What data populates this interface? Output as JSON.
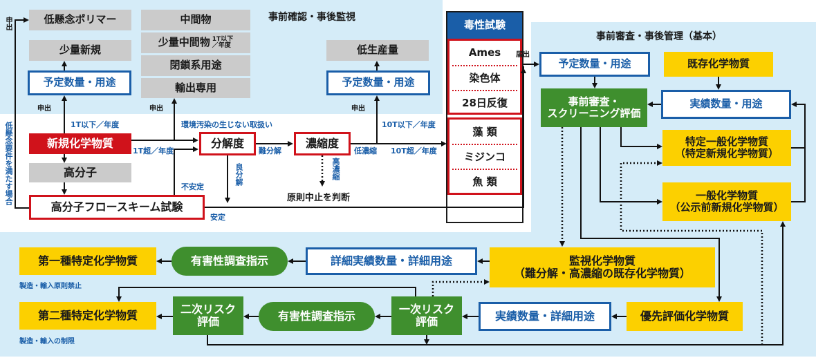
{
  "sections": {
    "pre_check": "事前確認・事後監視",
    "pre_review": "事前審査・事後管理（基本）"
  },
  "top_left": {
    "low_concern_polymer": "低懸念ポリマー",
    "small_new": "少量新規",
    "planned_qty_use_1": "予定数量・用途",
    "intermediate": "中間物",
    "small_intermediate": "少量中間物",
    "small_intermediate_note_1": "1T以下",
    "small_intermediate_note_2": "／年度",
    "closed_use": "閉鎖系用途",
    "export_only": "輸出専用",
    "low_production": "低生産量",
    "planned_qty_use_2": "予定数量・用途"
  },
  "flow": {
    "new_chemical": "新規化学物質",
    "polymer": "高分子",
    "polymer_flow_test": "高分子フロースキーム試験",
    "degradability": "分解度",
    "concentration": "濃縮度",
    "stop_decision": "原則中止を判断"
  },
  "labels": {
    "apply_1": "申出",
    "apply_2": "申出",
    "apply_3": "申出",
    "apply_4": "申出",
    "notify": "届出",
    "under_1t": "1T以下／年度",
    "over_1t": "1T超／年度",
    "no_env_pollution": "環境汚染の生じない取扱い",
    "hard_degrade": "難分解",
    "good_degrade": "良分解",
    "low_conc": "低濃縮",
    "high_conc": "高濃縮",
    "under_10t": "10T以下／年度",
    "over_10t": "10T超／年度",
    "unstable": "不安定",
    "stable": "安定",
    "low_concern_req": "低懸念要件を満たす場合",
    "prohibit": "製造・輸入原則禁止",
    "restrict": "製造・輸入の制限"
  },
  "toxicity": {
    "header": "毒性試験",
    "tests_a": [
      "Ames",
      "染色体",
      "28日反復"
    ],
    "tests_b": [
      "藻 類",
      "ミジンコ",
      "魚 類"
    ]
  },
  "right": {
    "planned_qty_use": "予定数量・用途",
    "existing_chem": "既存化学物質",
    "screening_1": "事前審査・",
    "screening_2": "スクリーニング評価",
    "actual_qty_use": "実績数量・用途",
    "specific_general_1": "特定一般化学物質",
    "specific_general_2": "（特定新規化学物質）",
    "general_1": "一般化学物質",
    "general_2": "（公示前新規化学物質）"
  },
  "bottom": {
    "class1": "第一種特定化学物質",
    "hazard_inv_1": "有害性調査指示",
    "detailed_qty": "詳細実績数量・詳細用途",
    "monitored_1": "監視化学物質",
    "monitored_2": "（難分解・高濃縮の既存化学物質）",
    "class2": "第二種特定化学物質",
    "secondary_risk_1": "二次リスク",
    "secondary_risk_2": "評価",
    "hazard_inv_2": "有害性調査指示",
    "primary_risk_1": "一次リスク",
    "primary_risk_2": "評価",
    "actual_detailed": "実績数量・詳細用途",
    "priority": "優先評価化学物質"
  },
  "colors": {
    "panel": "#d5ecf8",
    "blue": "#1a5ea8",
    "red": "#d0121b",
    "yellow": "#fcd000",
    "green": "#3f8f2e",
    "gray": "#cbcbcb"
  }
}
